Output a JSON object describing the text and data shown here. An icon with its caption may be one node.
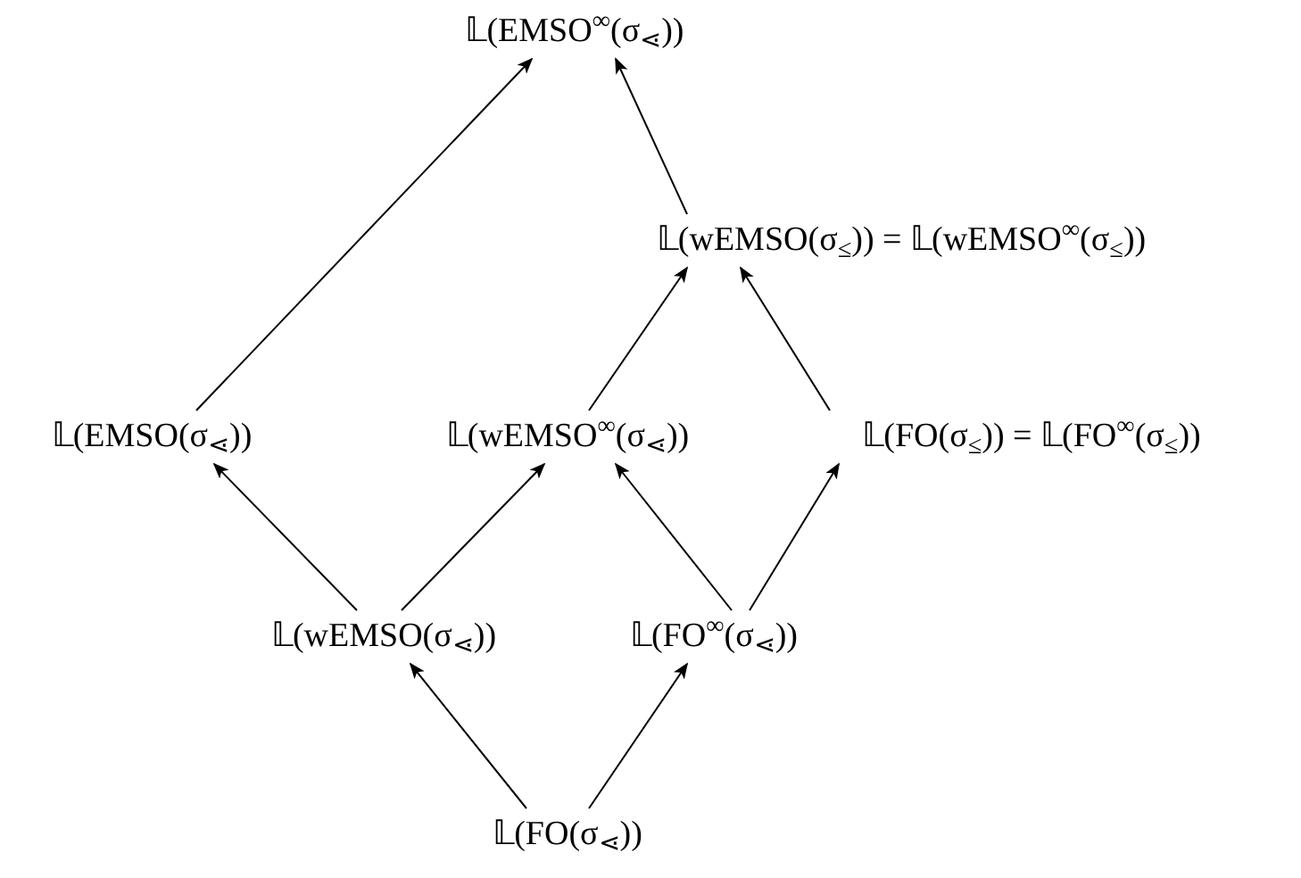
{
  "diagram": {
    "nodes": [
      {
        "text": [
          "𝕃(EMSO$^{∞}$(σ$_{⋖}$))"
        ]
      },
      {
        "text": [
          "𝕃(wEMSO(σ$_{≤}$)) = 𝕃(wEMSO$^{∞}$(σ$_{≤}$))"
        ]
      },
      {
        "text": [
          "𝕃(EMSO(σ$_{⋖}$))"
        ]
      },
      {
        "text": [
          "𝕃(wEMSO$^{∞}$(σ$_{⋖}$))"
        ]
      },
      {
        "text": [
          "𝕃(FO(σ$_{≤}$)) = 𝕃(FO$^{∞}$(σ$_{≤}$))"
        ]
      },
      {
        "text": [
          "𝕃(wEMSO(σ$_{⋖}$))"
        ]
      },
      {
        "text": [
          "𝕃(FO$^{∞}$(σ$_{⋖}$))"
        ]
      },
      {
        "text": [
          "𝕃(FO(σ$_{⋖}$))"
        ]
      }
    ],
    "edges": [
      {
        "from": 7,
        "to": 5,
        "arrow": "to"
      },
      {
        "from": 7,
        "to": 6,
        "arrow": "to"
      },
      {
        "from": 5,
        "to": 2,
        "arrow": "to"
      },
      {
        "from": 5,
        "to": 3,
        "arrow": "to"
      },
      {
        "from": 6,
        "to": 3,
        "arrow": "to"
      },
      {
        "from": 6,
        "to": 4,
        "arrow": "to"
      },
      {
        "from": 3,
        "to": 1,
        "arrow": "to"
      },
      {
        "from": 4,
        "to": 1,
        "arrow": "to"
      },
      {
        "from": 1,
        "to": 0,
        "arrow": "to"
      },
      {
        "from": 2,
        "to": 0,
        "arrow": "to"
      }
    ]
  }
}
